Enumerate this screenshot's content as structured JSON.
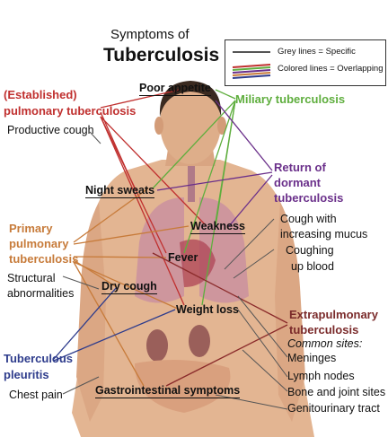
{
  "title": {
    "line1": "Symptoms of",
    "line2": "Tuberculosis"
  },
  "legend": {
    "specific": "Grey lines = Specific",
    "overlapping": "Colored lines = Overlapping"
  },
  "categories": {
    "established": "(Established)",
    "pulmonary": "pulmonary tuberculosis",
    "miliary": "Miliary tuberculosis",
    "return_of": "Return of",
    "dormant": "dormant",
    "tuberculosis": "tuberculosis",
    "primary": "Primary",
    "primary_pulmonary": "pulmonary",
    "primary_tb": "tuberculosis",
    "tuberculous": "Tuberculous",
    "pleuritis": "pleuritis",
    "extrapulmonary": "Extrapulmonary",
    "extra_tb": "tuberculosis"
  },
  "symptoms": {
    "poor_appetite": "Poor appetite",
    "productive_cough": "Productive cough",
    "night_sweats": "Night sweats",
    "weakness": "Weakness",
    "fever": "Fever",
    "structural": "Structural",
    "abnormalities": "abnormalities",
    "dry_cough": "Dry cough",
    "weight_loss": "Weight loss",
    "cough_with": "Cough with",
    "increasing_mucus": "increasing mucus",
    "coughing": "Coughing",
    "up_blood": "up blood",
    "chest_pain": "Chest pain",
    "gastrointestinal": "Gastrointestinal symptoms"
  },
  "extra_sites": {
    "common_sites": "Common sites:",
    "items": [
      "Meninges",
      "Lymph nodes",
      "Bone and joint sites",
      "Genitourinary tract"
    ]
  },
  "colors": {
    "red": "#c0302f",
    "green": "#5fae3e",
    "purple": "#6a2f8a",
    "orange": "#c77b3a",
    "blue": "#2e3c8c",
    "grey": "#555555",
    "skin": "#e2b08e",
    "lung": "#c98a9a"
  }
}
